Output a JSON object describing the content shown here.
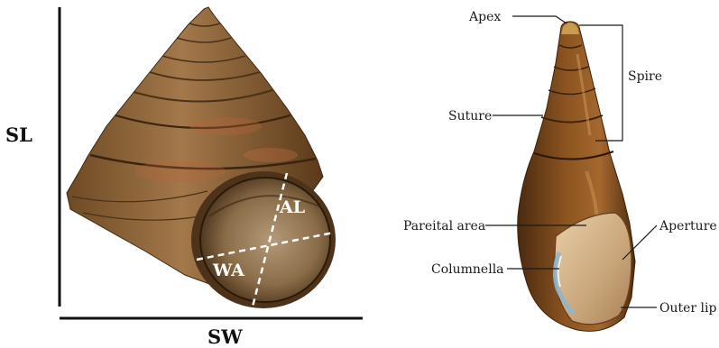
{
  "left_figure": {
    "measurements": {
      "shell_length": "SL",
      "shell_width": "SW",
      "aperture_length": "AL",
      "aperture_width": "WA"
    }
  },
  "right_figure": {
    "labels": {
      "apex": "Apex",
      "spire": "Spire",
      "suture": "Suture",
      "parietal_area": "Pareital area",
      "aperture": "Aperture",
      "columnella": "Columnella",
      "outer_lip": "Outer lip"
    }
  }
}
